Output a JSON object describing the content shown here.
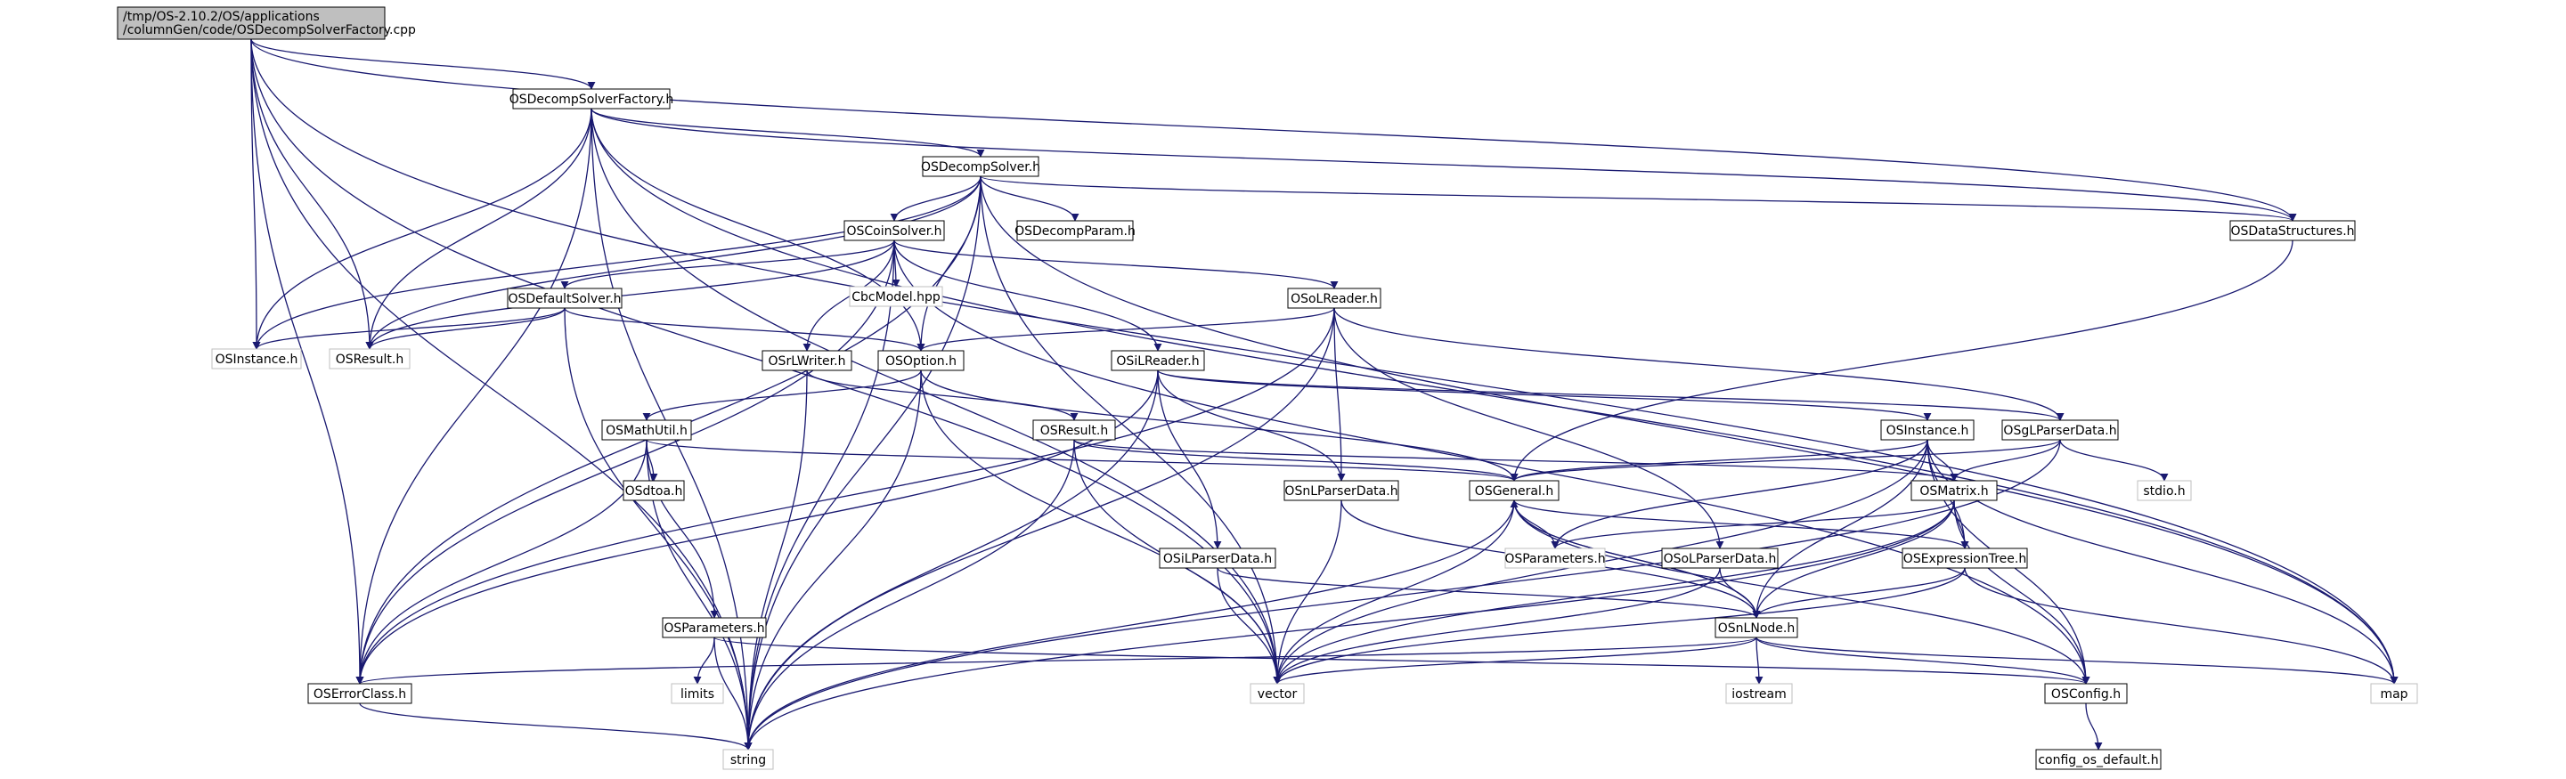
{
  "colors": {
    "edge": "#191970",
    "root_fill": "#bfbfbf",
    "box_stroke": "#000000",
    "external_stroke": "#bfbfbf"
  },
  "root": {
    "line1": "/tmp/OS-2.10.2/OS/applications",
    "line2": "/columnGen/code/OSDecompSolverFactory.cpp"
  },
  "nodes": {
    "osdecompsolverfactory_h": "OSDecompSolverFactory.h",
    "osdecompsolver_h": "OSDecompSolver.h",
    "osdatastructures_h": "OSDataStructures.h",
    "oscoinsolver_h": "OSCoinSolver.h",
    "osdecompparam_h": "OSDecompParam.h",
    "cbcmodel_hpp": "CbcModel.hpp",
    "osdefaultsolver_h": "OSDefaultSolver.h",
    "osolreader_h": "OSoLReader.h",
    "osinstance_h_left": "OSInstance.h",
    "osresult_h_left": "OSResult.h",
    "osrlwriter_h": "OSrLWriter.h",
    "osoption_h": "OSOption.h",
    "osilreader_h": "OSiLReader.h",
    "osinstance_h": "OSInstance.h",
    "osglparserdata_h": "OSgLParserData.h",
    "osmathutil_h": "OSMathUtil.h",
    "osresult_h": "OSResult.h",
    "osdtoa_h": "OSdtoa.h",
    "osnlparserdata_h": "OSnLParserData.h",
    "osgeneral_h": "OSGeneral.h",
    "osmatrix_h": "OSMatrix.h",
    "stdio_h": "stdio.h",
    "osilparserdata_h": "OSiLParserData.h",
    "osparameters_h_mid": "OSParameters.h",
    "osolparserdata_h": "OSoLParserData.h",
    "osexpressiontree_h": "OSExpressionTree.h",
    "osparameters_h": "OSParameters.h",
    "osnlnode_h": "OSnLNode.h",
    "limits": "limits",
    "oserrorclass_h": "OSErrorClass.h",
    "vector": "vector",
    "iostream": "iostream",
    "osconfig_h": "OSConfig.h",
    "map": "map",
    "string": "string",
    "config_os_default_h": "config_os_default.h"
  }
}
